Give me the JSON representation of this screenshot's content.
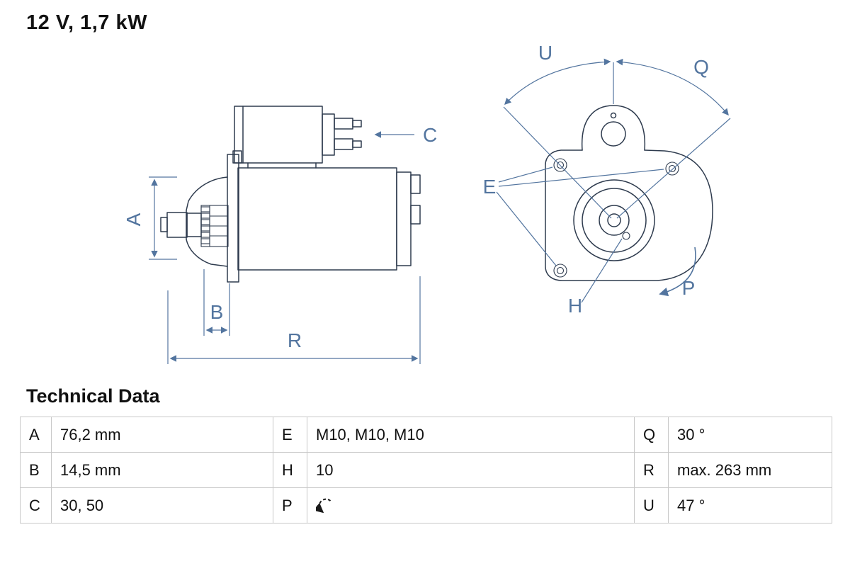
{
  "title": "12 V, 1,7 kW",
  "section_title": "Technical Data",
  "diagram": {
    "labels": {
      "a": "A",
      "b": "B",
      "c": "C",
      "r": "R",
      "u": "U",
      "q": "Q",
      "e": "E",
      "p": "P",
      "h": "H"
    }
  },
  "table": {
    "rows": [
      {
        "cells": [
          {
            "text": "A"
          },
          {
            "text": "76,2 mm"
          },
          {
            "text": "E"
          },
          {
            "text": "M10, M10, M10"
          },
          {
            "text": "Q"
          },
          {
            "text": "30 °"
          }
        ]
      },
      {
        "cells": [
          {
            "text": "B"
          },
          {
            "text": "14,5 mm"
          },
          {
            "text": "H"
          },
          {
            "text": "10"
          },
          {
            "text": "R"
          },
          {
            "text": "max. 263 mm"
          }
        ]
      },
      {
        "cells": [
          {
            "text": "C"
          },
          {
            "text": "30, 50"
          },
          {
            "text": "P"
          },
          {
            "icon": "rotation-ccw-icon"
          },
          {
            "text": "U"
          },
          {
            "text": "47 °"
          }
        ]
      }
    ]
  },
  "colors": {
    "drawing": "#2e3b4e",
    "dimension": "#53759f",
    "table_border": "#c8c8c8",
    "text": "#111111"
  }
}
